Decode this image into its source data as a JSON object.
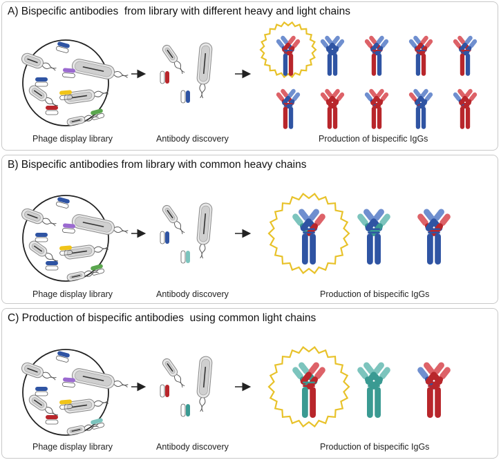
{
  "panels": [
    {
      "title": "A) Bispecific antibodies  from library with different heavy and light chains",
      "caption_library": "Phage display library",
      "caption_discovery": "Antibody discovery",
      "caption_production": "Production of bispecific IgGs"
    },
    {
      "title": "B) Bispecific antibodies from library with common heavy chains",
      "caption_library": "Phage display library",
      "caption_discovery": "Antibody discovery",
      "caption_production": "Production of bispecific IgGs"
    },
    {
      "title": "C) Production of bispecific antibodies  using common light chains",
      "caption_library": "Phage display library",
      "caption_discovery": "Antibody discovery",
      "caption_production": "Production of bispecific IgGs"
    }
  ],
  "colors": {
    "blue_dark": "#2f54a3",
    "blue_light": "#6f8fcf",
    "red_dark": "#b8262b",
    "red_light": "#dd6268",
    "teal_dark": "#3a9a92",
    "teal_light": "#7cc4bd",
    "purple": "#9b6ad0",
    "yellow": "#f0c419",
    "green": "#5aa64e",
    "highlight_star": "#e8c22a",
    "phage_gray": "#b9b9b9",
    "border": "#c8c8c8"
  },
  "icons": [
    "phage-icon",
    "antibody-icon",
    "arrow-right-icon",
    "highlight-star-icon",
    "library-circle-icon"
  ]
}
